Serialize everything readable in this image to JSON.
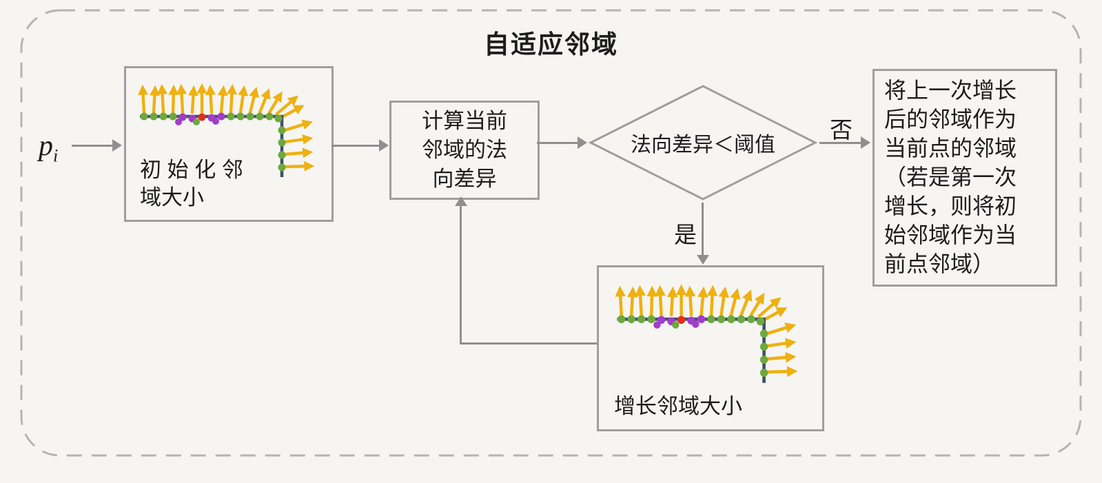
{
  "title": "自适应邻域",
  "input": {
    "symbol": "p",
    "subscript": "i"
  },
  "nodes": {
    "init": {
      "label": "初 始 化 邻\n域大小"
    },
    "compute": {
      "label": "计算当前\n邻域的法\n向差异"
    },
    "decision": {
      "label": "法向差异＜阈值"
    },
    "grow": {
      "label": "增长邻域大小"
    },
    "fallback": {
      "label": "将上一次增长\n后的邻域作为\n当前点的邻域\n（若是第一次\n增长，则将初\n始邻域作为当\n前点邻域）"
    }
  },
  "branches": {
    "no": "否",
    "yes": "是"
  },
  "colors": {
    "box_border": "#9e9e9e",
    "flow_arrow": "#8f8f8f",
    "normal_arrow": "#eeb111",
    "surface_line": "#3f5168",
    "point_green": "#6ea83f",
    "point_purple": "#a13dc9",
    "point_red": "#e03020",
    "background": "#f6f5f2"
  }
}
